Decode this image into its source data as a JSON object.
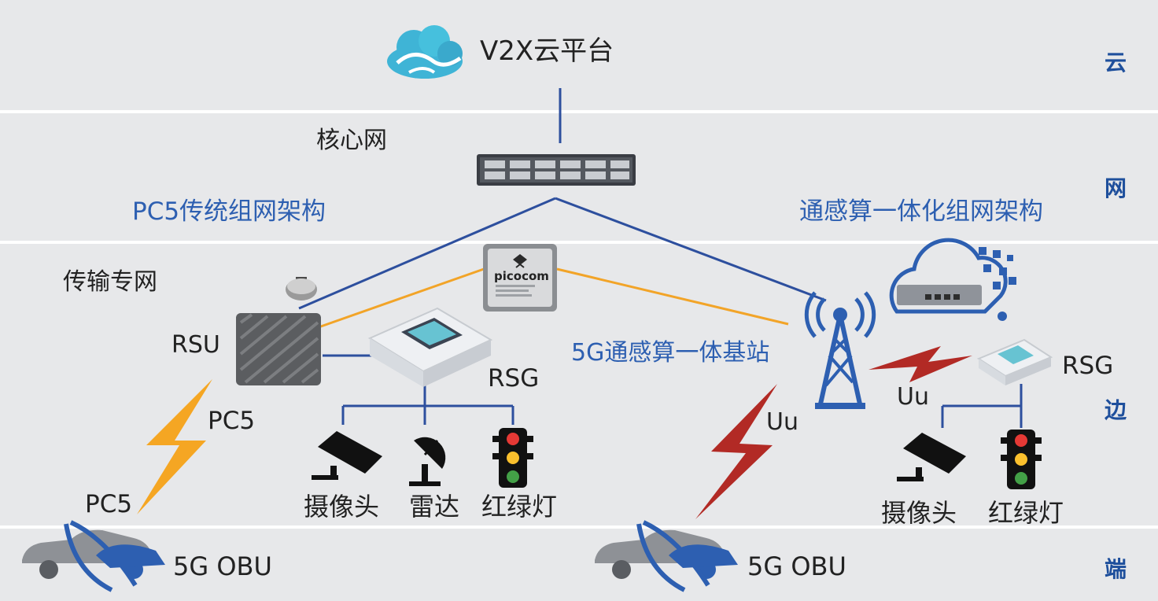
{
  "layers": {
    "cloud": "云",
    "network": "网",
    "edge": "边",
    "terminal": "端"
  },
  "labels": {
    "cloud_platform": "V2X云平台",
    "core_network": "核心网",
    "pc5_traditional": "PC5传统组网架构",
    "integrated_network": "通感算一体化组网架构",
    "transport_network": "传输专网",
    "rsu": "RSU",
    "rsg_left": "RSG",
    "rsg_right": "RSG",
    "base_station": "5G通感算一体基站",
    "pc5_upper": "PC5",
    "pc5_lower": "PC5",
    "uu_left": "Uu",
    "uu_right": "Uu",
    "camera_left": "摄像头",
    "radar": "雷达",
    "traffic_light_left": "红绿灯",
    "camera_right": "摄像头",
    "traffic_light_right": "红绿灯",
    "obu_left": "5G OBU",
    "obu_right": "5G OBU",
    "chip_brand": "picocom"
  },
  "colors": {
    "band": "#e7e8ea",
    "link_blue": "#2d4f9e",
    "link_orange": "#f2a428",
    "bolt_orange": "#f5a623",
    "bolt_red": "#b22a25",
    "label_blue": "#2d5fb1",
    "layer_blue": "#1e4f9c"
  }
}
